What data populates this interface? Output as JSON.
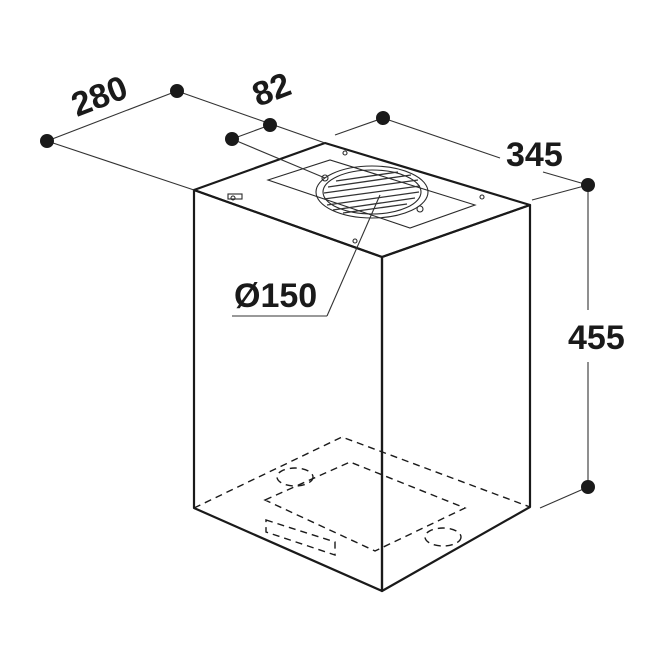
{
  "diagram": {
    "dimensions": {
      "depth": "280",
      "outlet_offset": "82",
      "width": "345",
      "height": "455",
      "outlet_diameter": "Ø150"
    }
  }
}
